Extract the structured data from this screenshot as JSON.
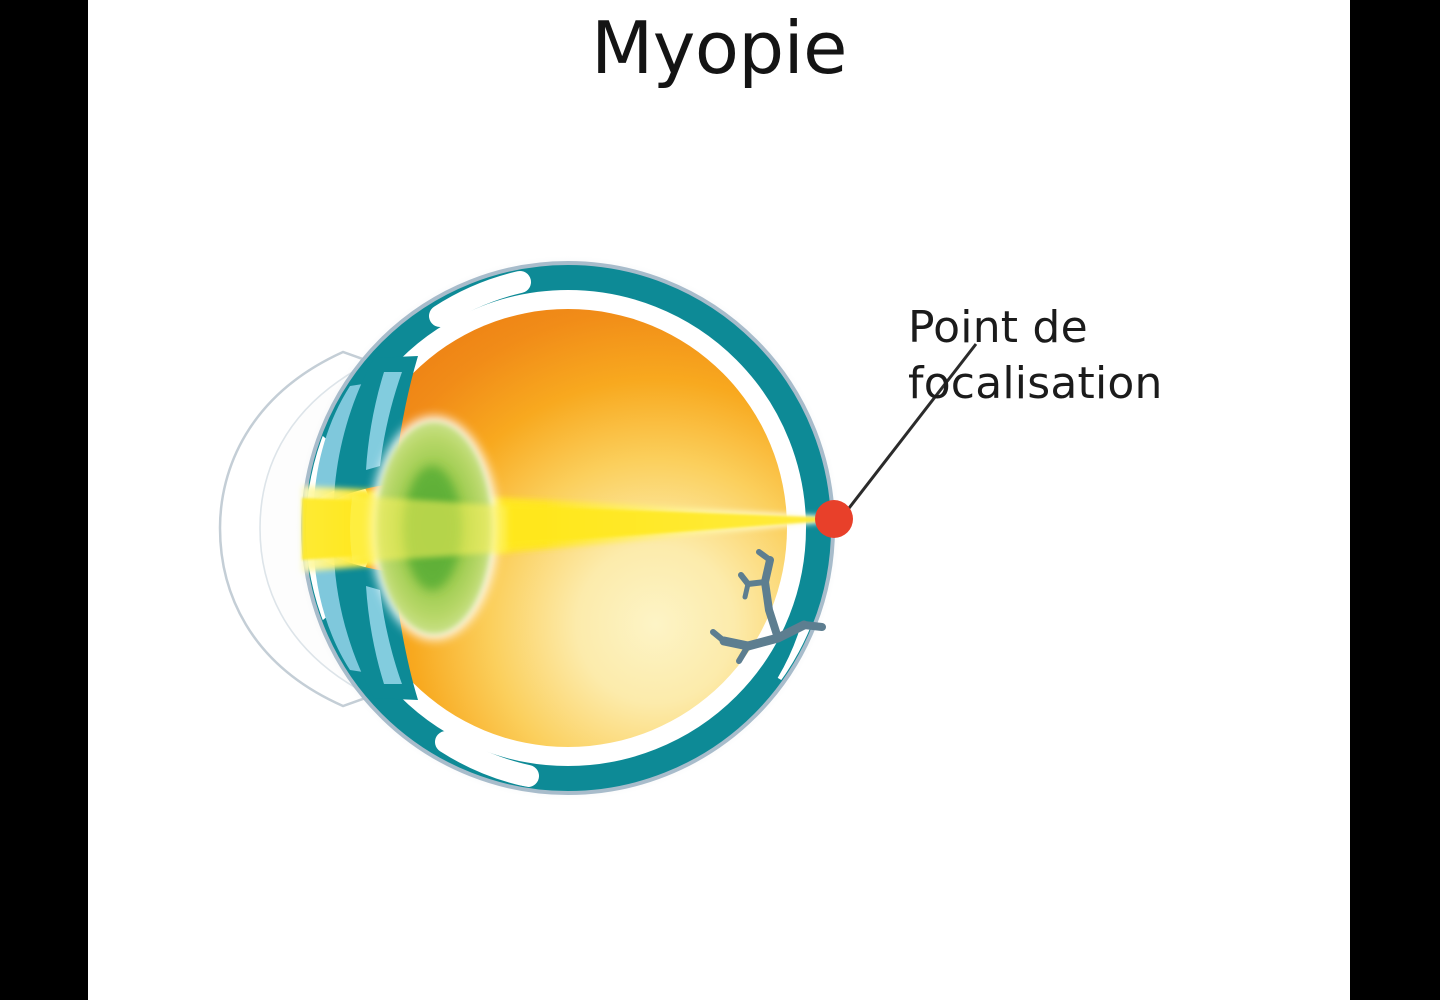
{
  "slide": {
    "title": "Myopie",
    "background_color": "#ffffff",
    "pillarbox_color": "#000000"
  },
  "annotations": {
    "focal_point": {
      "label_line_1": "Point de",
      "label_line_2": "focalisation",
      "text_color": "#1b1b1b",
      "marker_color": "#e8402a",
      "leader_line_color": "#2b2b2b"
    }
  },
  "diagram": {
    "name": "cross-section-of-myopic-eye",
    "parts": [
      {
        "key": "sclera",
        "label": "Sclera",
        "color": "#0d8a96"
      },
      {
        "key": "outer_shadow",
        "label": "Outer membrane",
        "color": "#a8bccb"
      },
      {
        "key": "retina",
        "label": "Retina",
        "color": "#ffffff"
      },
      {
        "key": "vitreous_dark",
        "label": "Vitreous body",
        "color": "#f08a1c"
      },
      {
        "key": "vitreous_lite",
        "label": "Vitreous highlight",
        "color": "#fdf0b4"
      },
      {
        "key": "cornea",
        "label": "Cornea",
        "color": "#fdfdfd"
      },
      {
        "key": "iris_light",
        "label": "Iris (anterior)",
        "color": "#7fc8dc"
      },
      {
        "key": "iris_dark",
        "label": "Iris (posterior)",
        "color": "#0d8a96"
      },
      {
        "key": "lens_outer",
        "label": "Lens",
        "color": "#aed158"
      },
      {
        "key": "lens_core",
        "label": "Lens nucleus",
        "color": "#57ab36"
      },
      {
        "key": "light_beam",
        "label": "Light rays",
        "color": "#ffe81f"
      },
      {
        "key": "focal_dot",
        "label": "Point de focalisation",
        "color": "#e8402a"
      },
      {
        "key": "vessels",
        "label": "Retinal vessels",
        "color": "#5d7e90"
      }
    ]
  }
}
